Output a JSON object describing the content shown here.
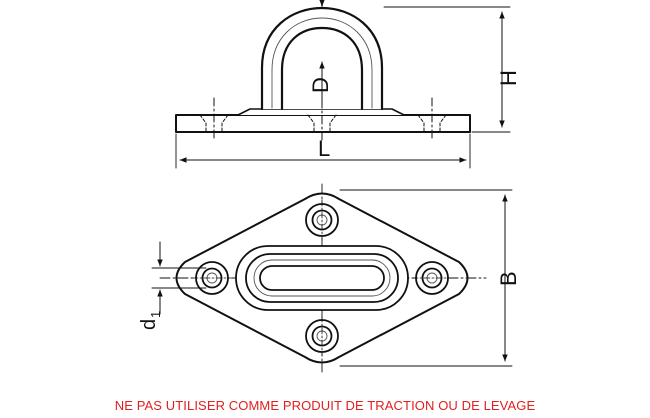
{
  "drawing": {
    "dimension_labels": {
      "D": "D",
      "H": "H",
      "L": "L",
      "B": "B",
      "d1_base": "d",
      "d1_sub": "1"
    }
  },
  "warning": {
    "text": "NE PAS UTILISER COMME PRODUIT DE TRACTION OU DE LEVAGE",
    "color": "#e02020"
  },
  "colors": {
    "line": "#111111",
    "metal_fill": "#ffffff"
  }
}
